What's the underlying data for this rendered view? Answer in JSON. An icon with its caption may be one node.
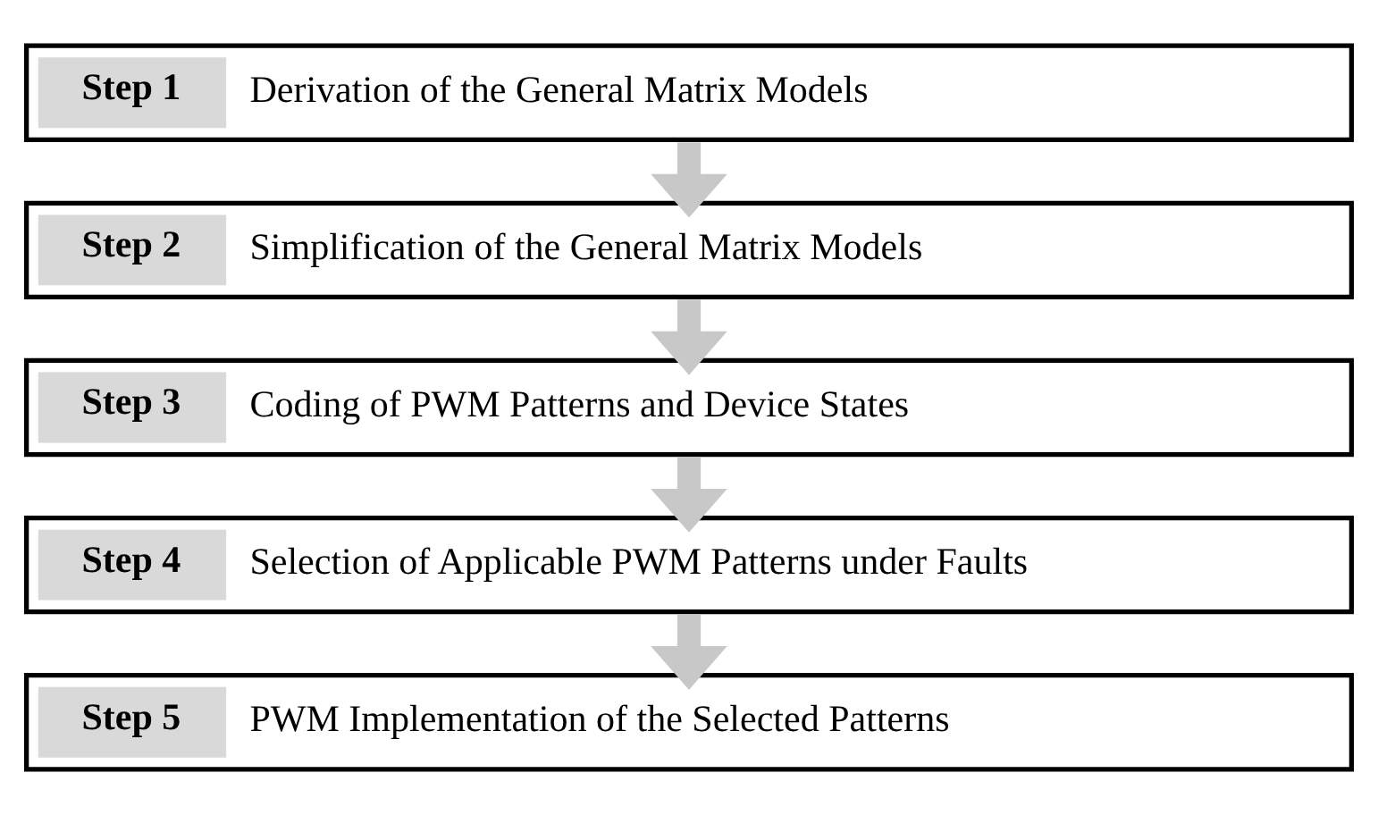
{
  "diagram": {
    "nodes": [
      {
        "text": [
          "Step 1",
          "Derivation of the General Matrix Models"
        ]
      },
      {
        "text": [
          "Step 2",
          "Simplification of the General Matrix Models"
        ]
      },
      {
        "text": [
          "Step 3",
          "Coding of PWM Patterns and Device States"
        ]
      },
      {
        "text": [
          "Step 4",
          "Selection of Applicable PWM Patterns under Faults"
        ]
      },
      {
        "text": [
          "Step 5",
          "PWM Implementation of the Selected Patterns"
        ]
      }
    ],
    "edges": [
      {
        "from": 0,
        "to": 1,
        "arrow": "to"
      },
      {
        "from": 1,
        "to": 2,
        "arrow": "to"
      },
      {
        "from": 2,
        "to": 3,
        "arrow": "to"
      },
      {
        "from": 3,
        "to": 4,
        "arrow": "to"
      }
    ]
  }
}
